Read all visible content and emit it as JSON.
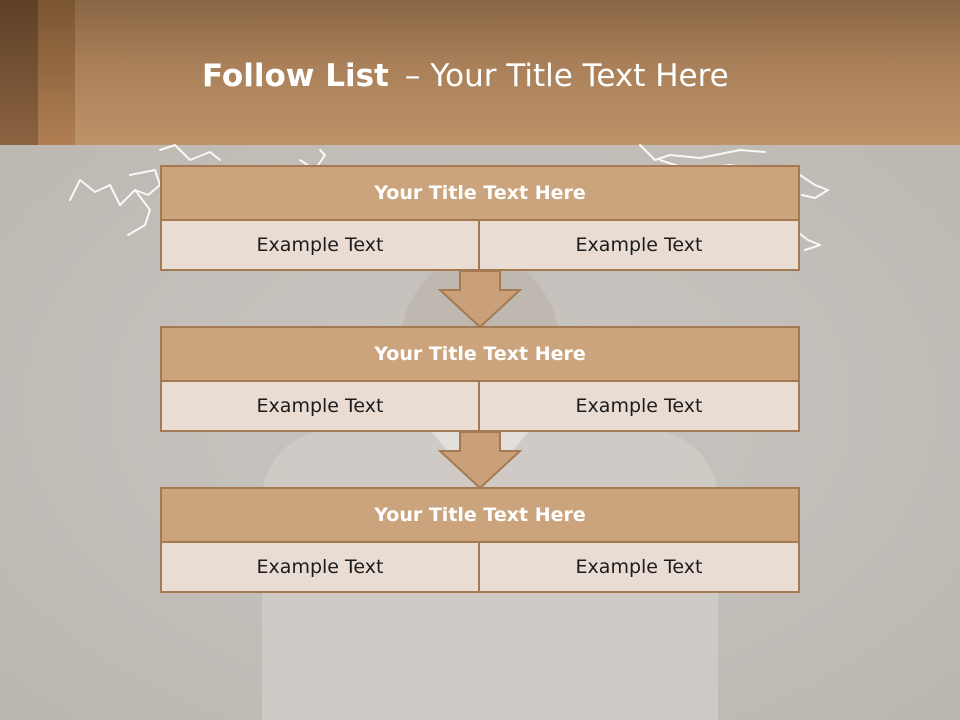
{
  "slide": {
    "title_bold": "Follow List",
    "title_separator": "–",
    "title_rest": "Your Title Text Here"
  },
  "blocks": [
    {
      "title": "Your Title Text Here",
      "left": "Example Text",
      "right": "Example Text"
    },
    {
      "title": "Your Title Text Here",
      "left": "Example Text",
      "right": "Example Text"
    },
    {
      "title": "Your Title Text Here",
      "left": "Example Text",
      "right": "Example Text"
    }
  ],
  "colors": {
    "header": "#a98059",
    "block_title": "#cba47e",
    "block_cell": "#e8dcd3",
    "border": "#a47a52",
    "arrow_fill": "#c9a07a"
  }
}
